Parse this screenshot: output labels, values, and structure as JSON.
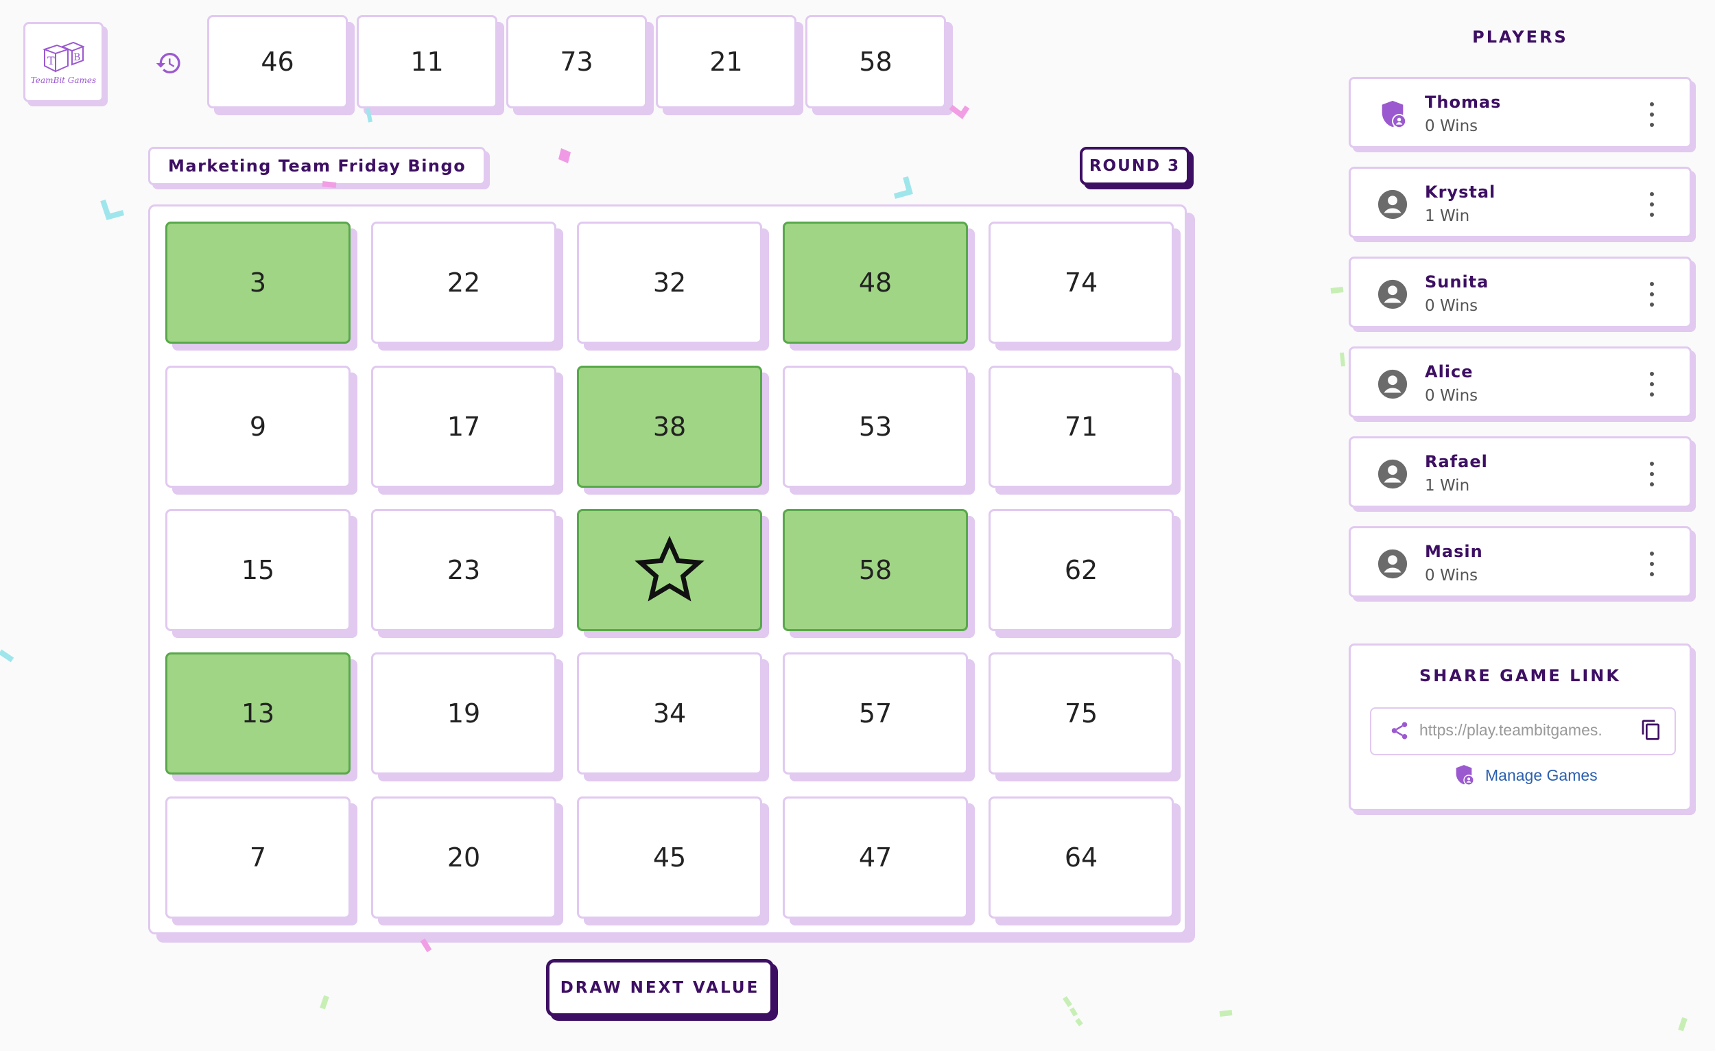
{
  "app": {
    "logo_text": "TeamBit Games"
  },
  "drawn_numbers": [
    "46",
    "11",
    "73",
    "21",
    "58"
  ],
  "game": {
    "title": "Marketing Team Friday Bingo",
    "round": "ROUND 3"
  },
  "board": {
    "cells": [
      {
        "value": "3",
        "marked": true
      },
      {
        "value": "22",
        "marked": false
      },
      {
        "value": "32",
        "marked": false
      },
      {
        "value": "48",
        "marked": true
      },
      {
        "value": "74",
        "marked": false
      },
      {
        "value": "9",
        "marked": false
      },
      {
        "value": "17",
        "marked": false
      },
      {
        "value": "38",
        "marked": true
      },
      {
        "value": "53",
        "marked": false
      },
      {
        "value": "71",
        "marked": false
      },
      {
        "value": "15",
        "marked": false
      },
      {
        "value": "23",
        "marked": false
      },
      {
        "value": "",
        "marked": true,
        "free": true,
        "icon": "star-icon"
      },
      {
        "value": "58",
        "marked": true
      },
      {
        "value": "62",
        "marked": false
      },
      {
        "value": "13",
        "marked": true
      },
      {
        "value": "19",
        "marked": false
      },
      {
        "value": "34",
        "marked": false
      },
      {
        "value": "57",
        "marked": false
      },
      {
        "value": "75",
        "marked": false
      },
      {
        "value": "7",
        "marked": false
      },
      {
        "value": "20",
        "marked": false
      },
      {
        "value": "45",
        "marked": false
      },
      {
        "value": "47",
        "marked": false
      },
      {
        "value": "64",
        "marked": false
      }
    ]
  },
  "actions": {
    "draw_label": "DRAW NEXT VALUE"
  },
  "players": {
    "heading": "PLAYERS",
    "list": [
      {
        "name": "Thomas",
        "wins": "0 Wins",
        "icon": "admin-shield-icon"
      },
      {
        "name": "Krystal",
        "wins": "1 Win",
        "icon": "user-avatar-icon"
      },
      {
        "name": "Sunita",
        "wins": "0 Wins",
        "icon": "user-avatar-icon"
      },
      {
        "name": "Alice",
        "wins": "0 Wins",
        "icon": "user-avatar-icon"
      },
      {
        "name": "Rafael",
        "wins": "1 Win",
        "icon": "user-avatar-icon"
      },
      {
        "name": "Masin",
        "wins": "0 Wins",
        "icon": "user-avatar-icon"
      }
    ]
  },
  "share": {
    "heading": "SHARE GAME LINK",
    "link": "https://play.teambitgames.",
    "manage_label": "Manage Games"
  },
  "colors": {
    "accent": "#3d0f63",
    "card_border": "#e1c9f0",
    "marked": "#a0d585",
    "icon_purple": "#9b59d0",
    "link": "#2a5fb0"
  }
}
